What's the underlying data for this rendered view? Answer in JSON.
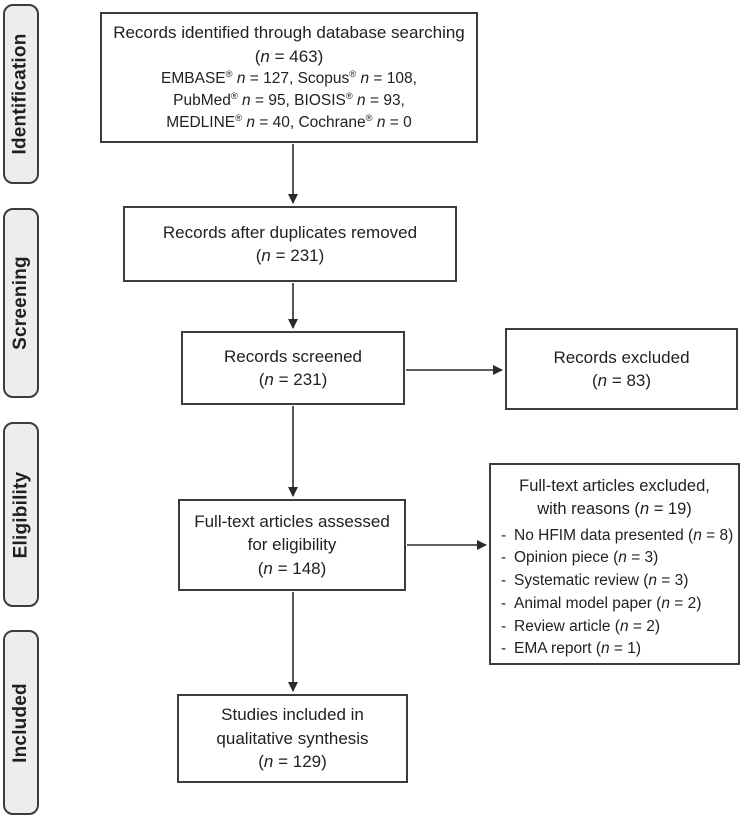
{
  "diagram": {
    "stages": [
      {
        "label": "Identification"
      },
      {
        "label": "Screening"
      },
      {
        "label": "Eligibility"
      },
      {
        "label": "Included"
      }
    ],
    "boxes": {
      "identified": {
        "title": "Records identified through database searching",
        "count": "(n = 463)",
        "sources": [
          "EMBASE® n = 127, Scopus® n = 108,",
          "PubMed® n = 95, BIOSIS® n = 93,",
          "MEDLINE® n = 40, Cochrane® n = 0"
        ]
      },
      "duplicates_removed": {
        "title": "Records after duplicates removed",
        "count": "(n = 231)"
      },
      "screened": {
        "title": "Records screened",
        "count": "(n = 231)"
      },
      "records_excluded": {
        "title": "Records excluded",
        "count": "(n = 83)"
      },
      "fulltext_assessed": {
        "title_lines": [
          "Full-text articles assessed",
          "for eligibility"
        ],
        "count": "(n = 148)"
      },
      "fulltext_excluded": {
        "title_lines": [
          "Full-text articles excluded,",
          "with reasons (n = 19)"
        ],
        "bullet": "-",
        "reasons": [
          "No HFIM data presented (n = 8)",
          "Opinion piece (n = 3)",
          "Systematic review (n = 3)",
          "Animal model paper (n = 2)",
          "Review article (n = 2)",
          "EMA report (n = 1)"
        ]
      },
      "included": {
        "title_lines": [
          "Studies included in",
          "qualitative synthesis"
        ],
        "count": "(n = 129)"
      }
    },
    "colors": {
      "border": "#3c3c3c",
      "stage_fill": "#ededed",
      "text": "#212121",
      "arrow": "#2a2a2a"
    }
  }
}
